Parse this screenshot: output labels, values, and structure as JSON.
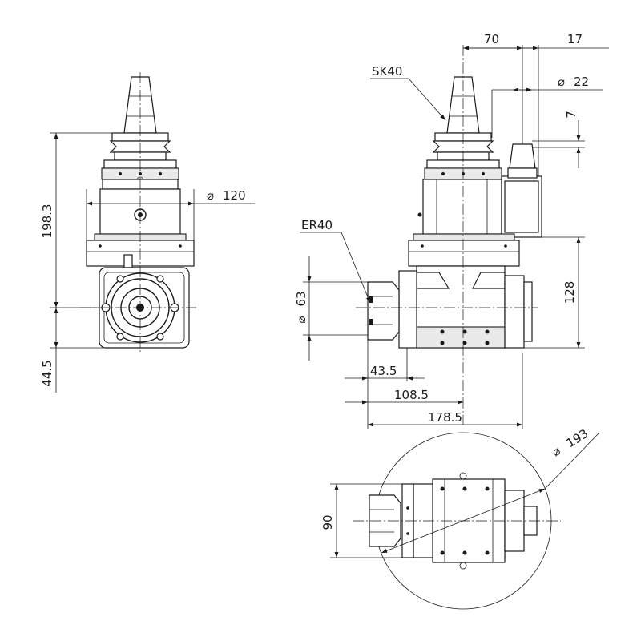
{
  "labels": {
    "sk40": "SK40",
    "er40": "ER40",
    "d120": "120",
    "d193": "193",
    "d22": "22",
    "d63": "63",
    "h198": "198.3",
    "h44": "44.5",
    "h128": "128",
    "w70": "70",
    "w17": "17",
    "h7": "7",
    "w43": "43.5",
    "w108": "108.5",
    "w178": "178.5",
    "w90": "90"
  },
  "symbols": {
    "diameter": "⌀"
  }
}
